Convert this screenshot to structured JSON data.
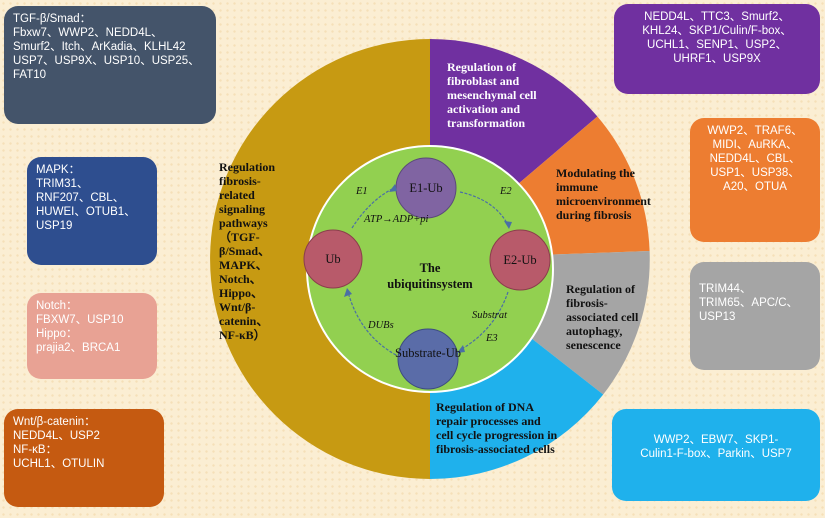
{
  "colors": {
    "background": "#fbeed3",
    "gold": "#c79a12",
    "purple": "#7030a0",
    "orange": "#ed7d31",
    "gray": "#a5a5a5",
    "blue": "#1fb1ec",
    "green": "#92d050",
    "node_purple": "#8064a2",
    "node_red": "#b85a6a",
    "node_blue": "#5a6ca8"
  },
  "segments": {
    "left": [
      "Regulation",
      "fibrosis-",
      "related",
      "signaling",
      "pathways",
      "（TGF-",
      "β/Smad、",
      "MAPK、",
      "Notch、",
      "Hippo、",
      "Wnt/β-",
      "catenin、",
      "NF-κB）"
    ],
    "purple": [
      "Regulation of",
      "fibroblast and",
      "mesenchymal cell",
      "activation and",
      "transformation"
    ],
    "orange": [
      "Modulating the",
      "immune",
      "microenvironment",
      "during fibrosis"
    ],
    "gray": [
      "Regulation of",
      "fibrosis-",
      "associated cell",
      "autophagy,",
      "senescence"
    ],
    "blue": [
      "Regulation of DNA",
      "repair processes and",
      "cell cycle progression in",
      "fibrosis-associated cells"
    ]
  },
  "center": {
    "title": [
      "The ubiquitin",
      "system"
    ],
    "nodes": {
      "e1": "E1-Ub",
      "e2": "E2-Ub",
      "ub": "Ub",
      "substrate": [
        "Substrate-",
        "Ub"
      ]
    },
    "labels": {
      "e1": "E1",
      "e2": "E2",
      "atp": "ATP→ADP+pi",
      "substrat": "Substrat",
      "e3": "E3",
      "dubs": "DUBs"
    }
  },
  "boxes": {
    "tgf": [
      "TGF-β/Smad：",
      "Fbxw7、WWP2、NEDD4L、",
      "Smurf2、Itch、ArKadia、KLHL42",
      "USP7、USP9X、USP10、USP25、",
      "FAT10"
    ],
    "mapk": [
      "MAPK：",
      "TRIM31、",
      "RNF207、CBL、",
      "HUWEI、OTUB1、",
      "USP19"
    ],
    "notch": [
      "Notch：",
      "FBXW7、USP10",
      "Hippo：",
      "prajia2、BRCA1"
    ],
    "wnt": [
      "Wnt/β-catenin：",
      "NEDD4L、USP2",
      "NF-κB：",
      "UCHL1、OTULIN"
    ],
    "purple": [
      "NEDD4L、TTC3、Smurf2、",
      "KHL24、SKP1/Culin/F-box、",
      "UCHL1、SENP1、USP2、",
      "UHRF1、USP9X"
    ],
    "orange": [
      "WWP2、TRAF6、",
      "MIDI、AuRKA、",
      "NEDD4L、CBL、",
      "USP1、USP38、",
      "A20、OTUA"
    ],
    "gray": [
      "TRIM44、",
      "TRIM65、APC/C、",
      "USP13"
    ],
    "blue": [
      "WWP2、EBW7、SKP1-",
      "Culin1-F-box、Parkin、USP7"
    ]
  }
}
